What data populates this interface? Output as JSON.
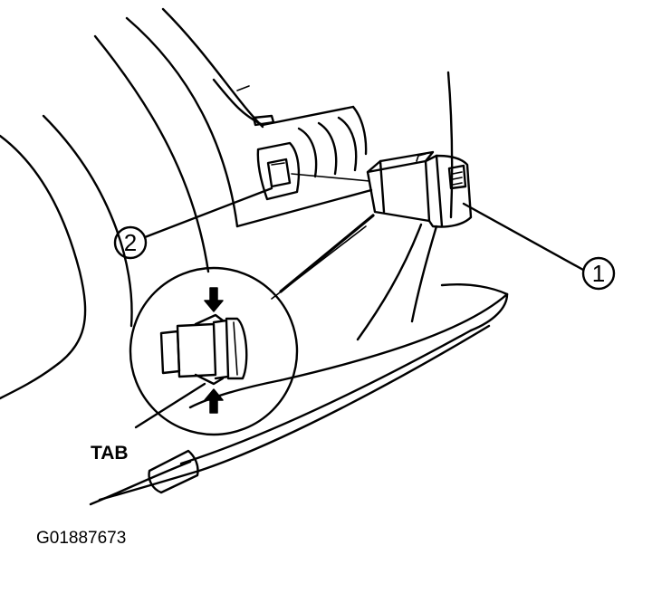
{
  "callouts": {
    "one": "1",
    "two": "2"
  },
  "labels": {
    "tab": "TAB"
  },
  "figure_code": "G01887673",
  "colors": {
    "ink": "#000000",
    "background": "#ffffff"
  }
}
